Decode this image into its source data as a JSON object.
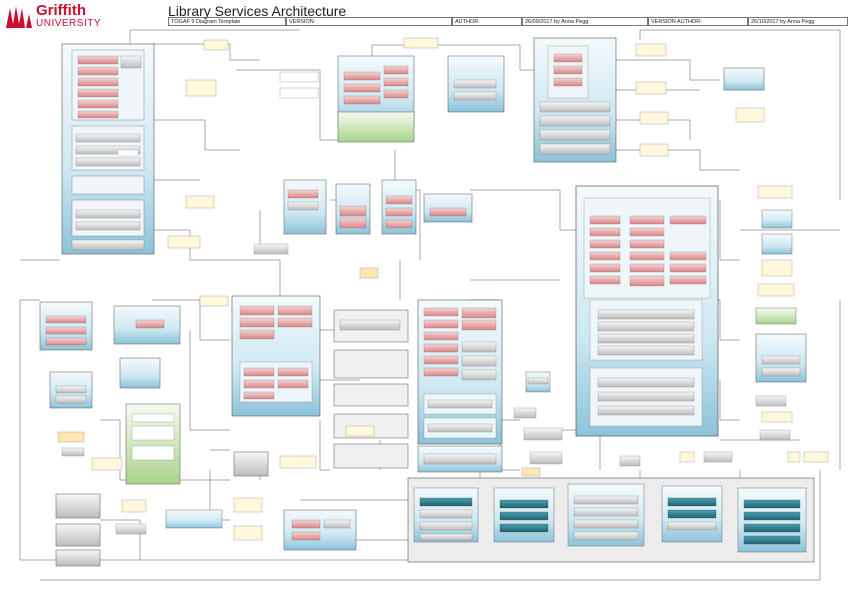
{
  "header": {
    "org_name": "Griffith",
    "org_sub": "UNIVERSITY",
    "title": "Library Services Architecture",
    "template_label": "TOGAF 9 Diagram Template",
    "version_label": "VERSION:",
    "author_label": "AUTHOR:",
    "author_value": "26/09/2017 by Anna Pegg",
    "version_author_label": "VERSION AUTHOR:",
    "version_author_value": "26/10/2017 by Anna Pegg"
  },
  "colors": {
    "brand_red": "#c8102e",
    "panel_blue": "#bfe0ee",
    "panel_blue_dark": "#7fb9d1",
    "item_red": "#e8a6a6",
    "item_grey": "#cfcfcf",
    "item_teal": "#2f7f8f",
    "group_grey": "#ececec",
    "panel_green": "#c8e3b0",
    "line": "#555555"
  }
}
